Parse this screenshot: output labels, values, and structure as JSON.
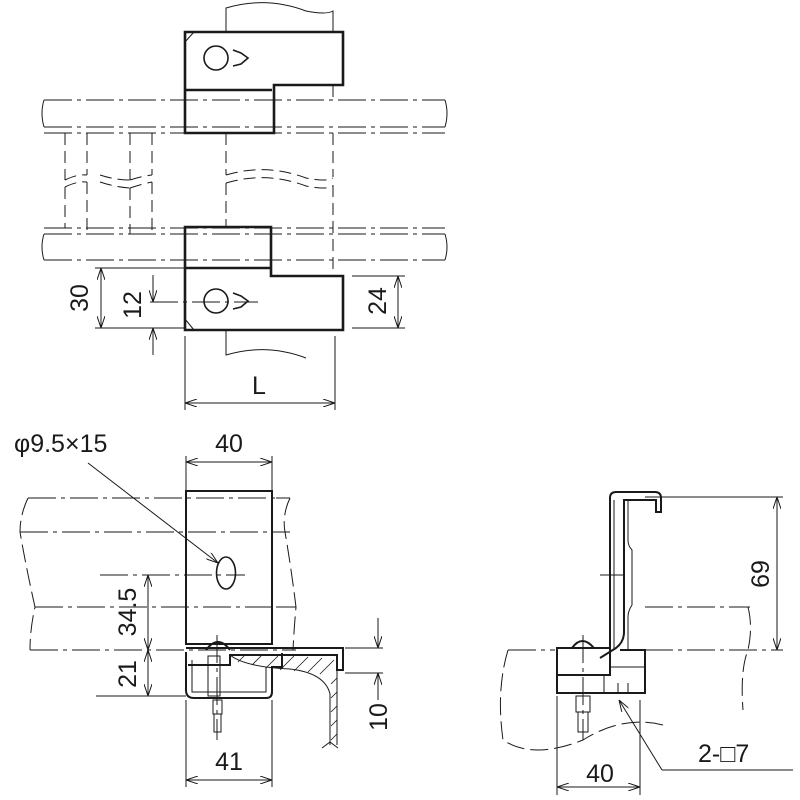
{
  "top_view": {
    "dim_30": "30",
    "dim_12": "12",
    "dim_24": "24",
    "dim_L": "L"
  },
  "front_view": {
    "slot_label": "φ9.5×15",
    "dim_width_top": "40",
    "dim_34_5": "34.5",
    "dim_21": "21",
    "dim_41": "41",
    "dim_10": "10"
  },
  "side_view": {
    "dim_69": "69",
    "dim_40": "40",
    "holes_label": "2-□7"
  }
}
